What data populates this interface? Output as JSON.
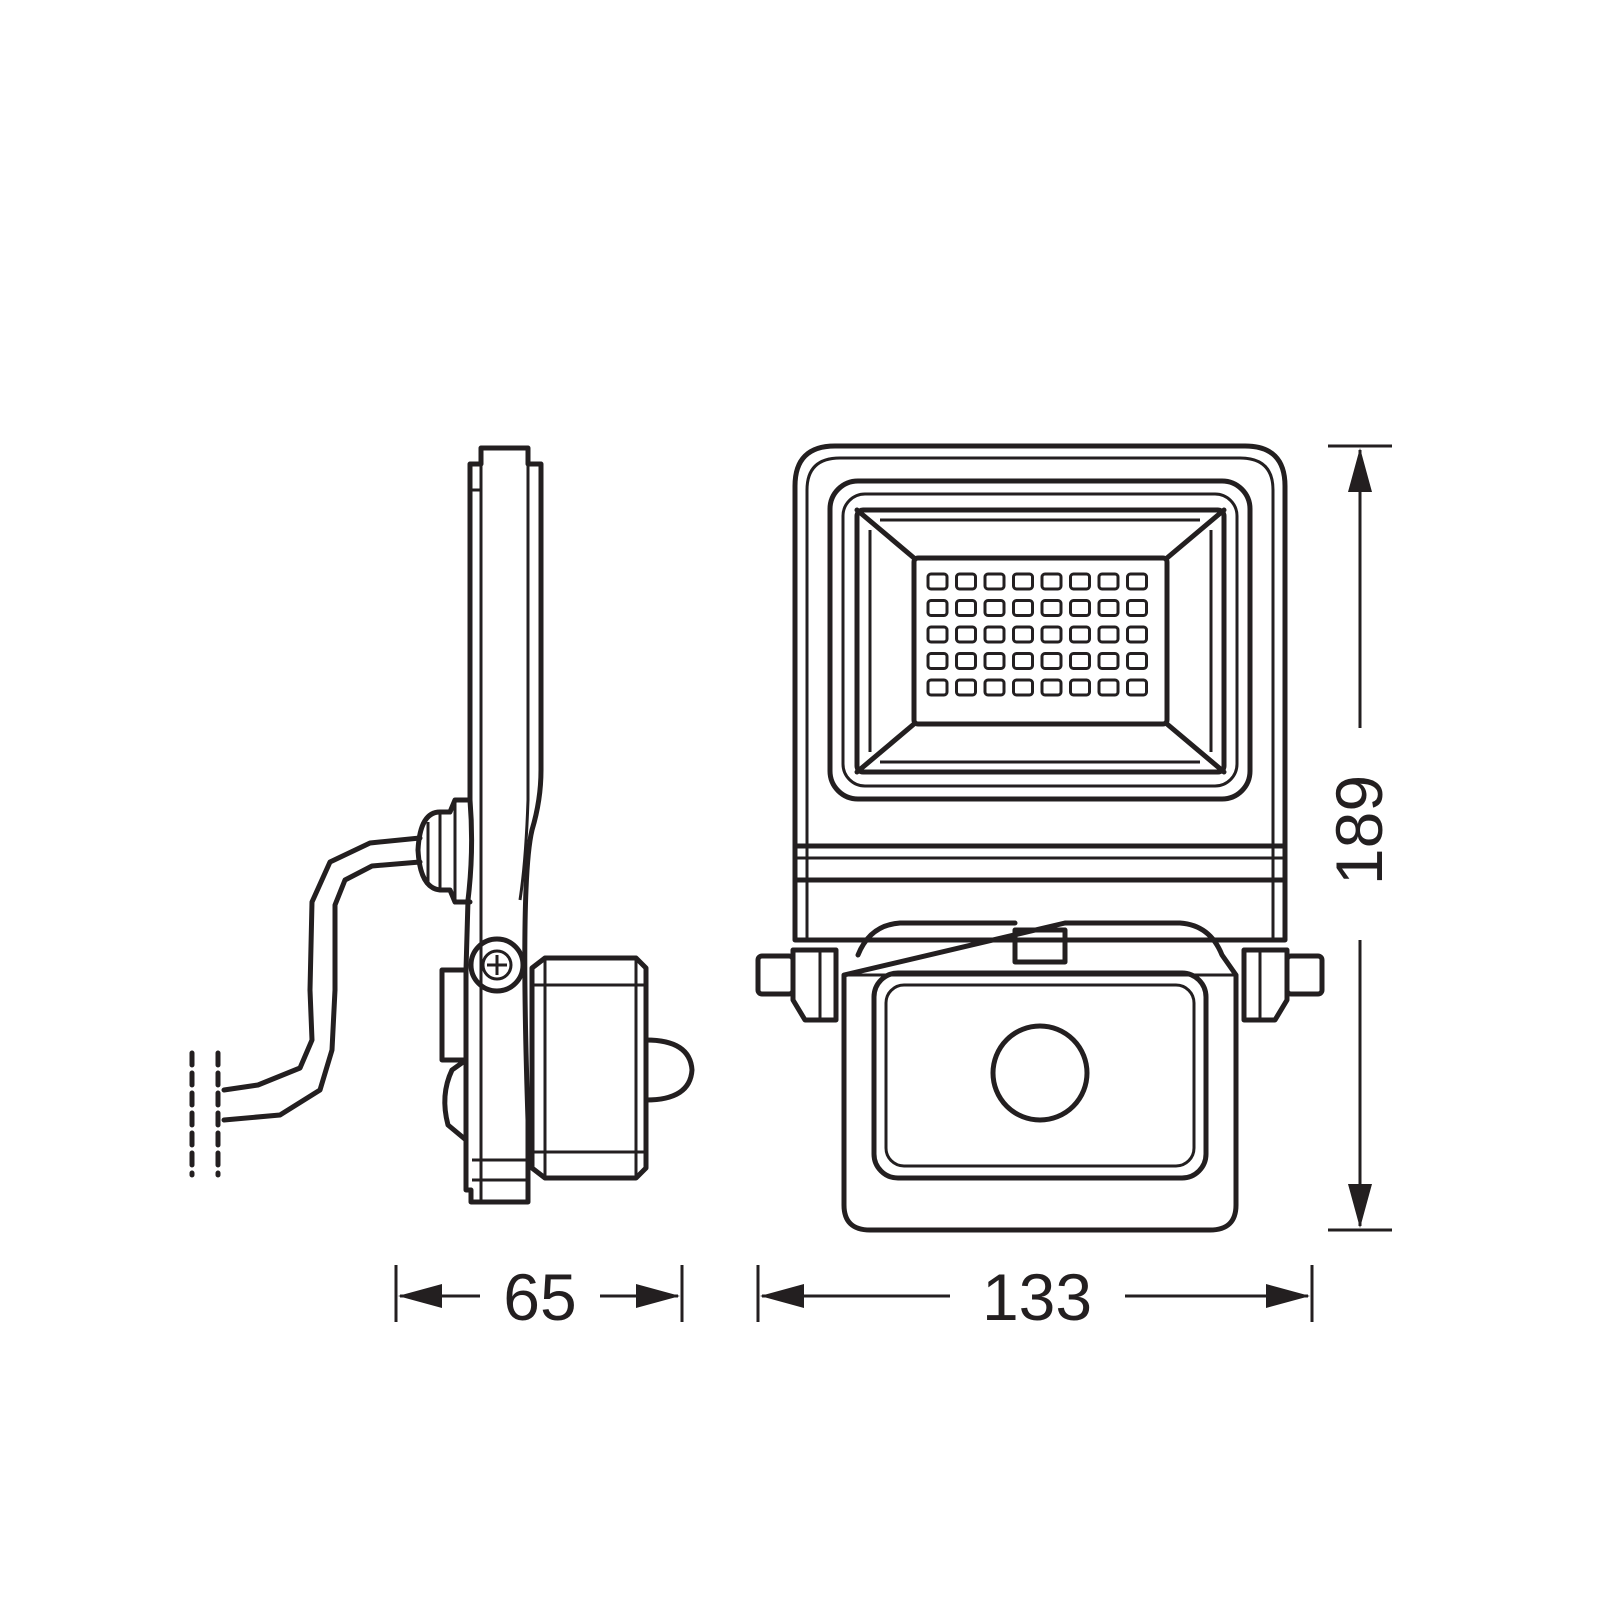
{
  "dimensions": {
    "depth": "65",
    "width": "133",
    "height": "189"
  },
  "colors": {
    "line": "#231f20",
    "background": "#ffffff"
  },
  "views": {
    "side": "side-view",
    "front": "front-view"
  }
}
